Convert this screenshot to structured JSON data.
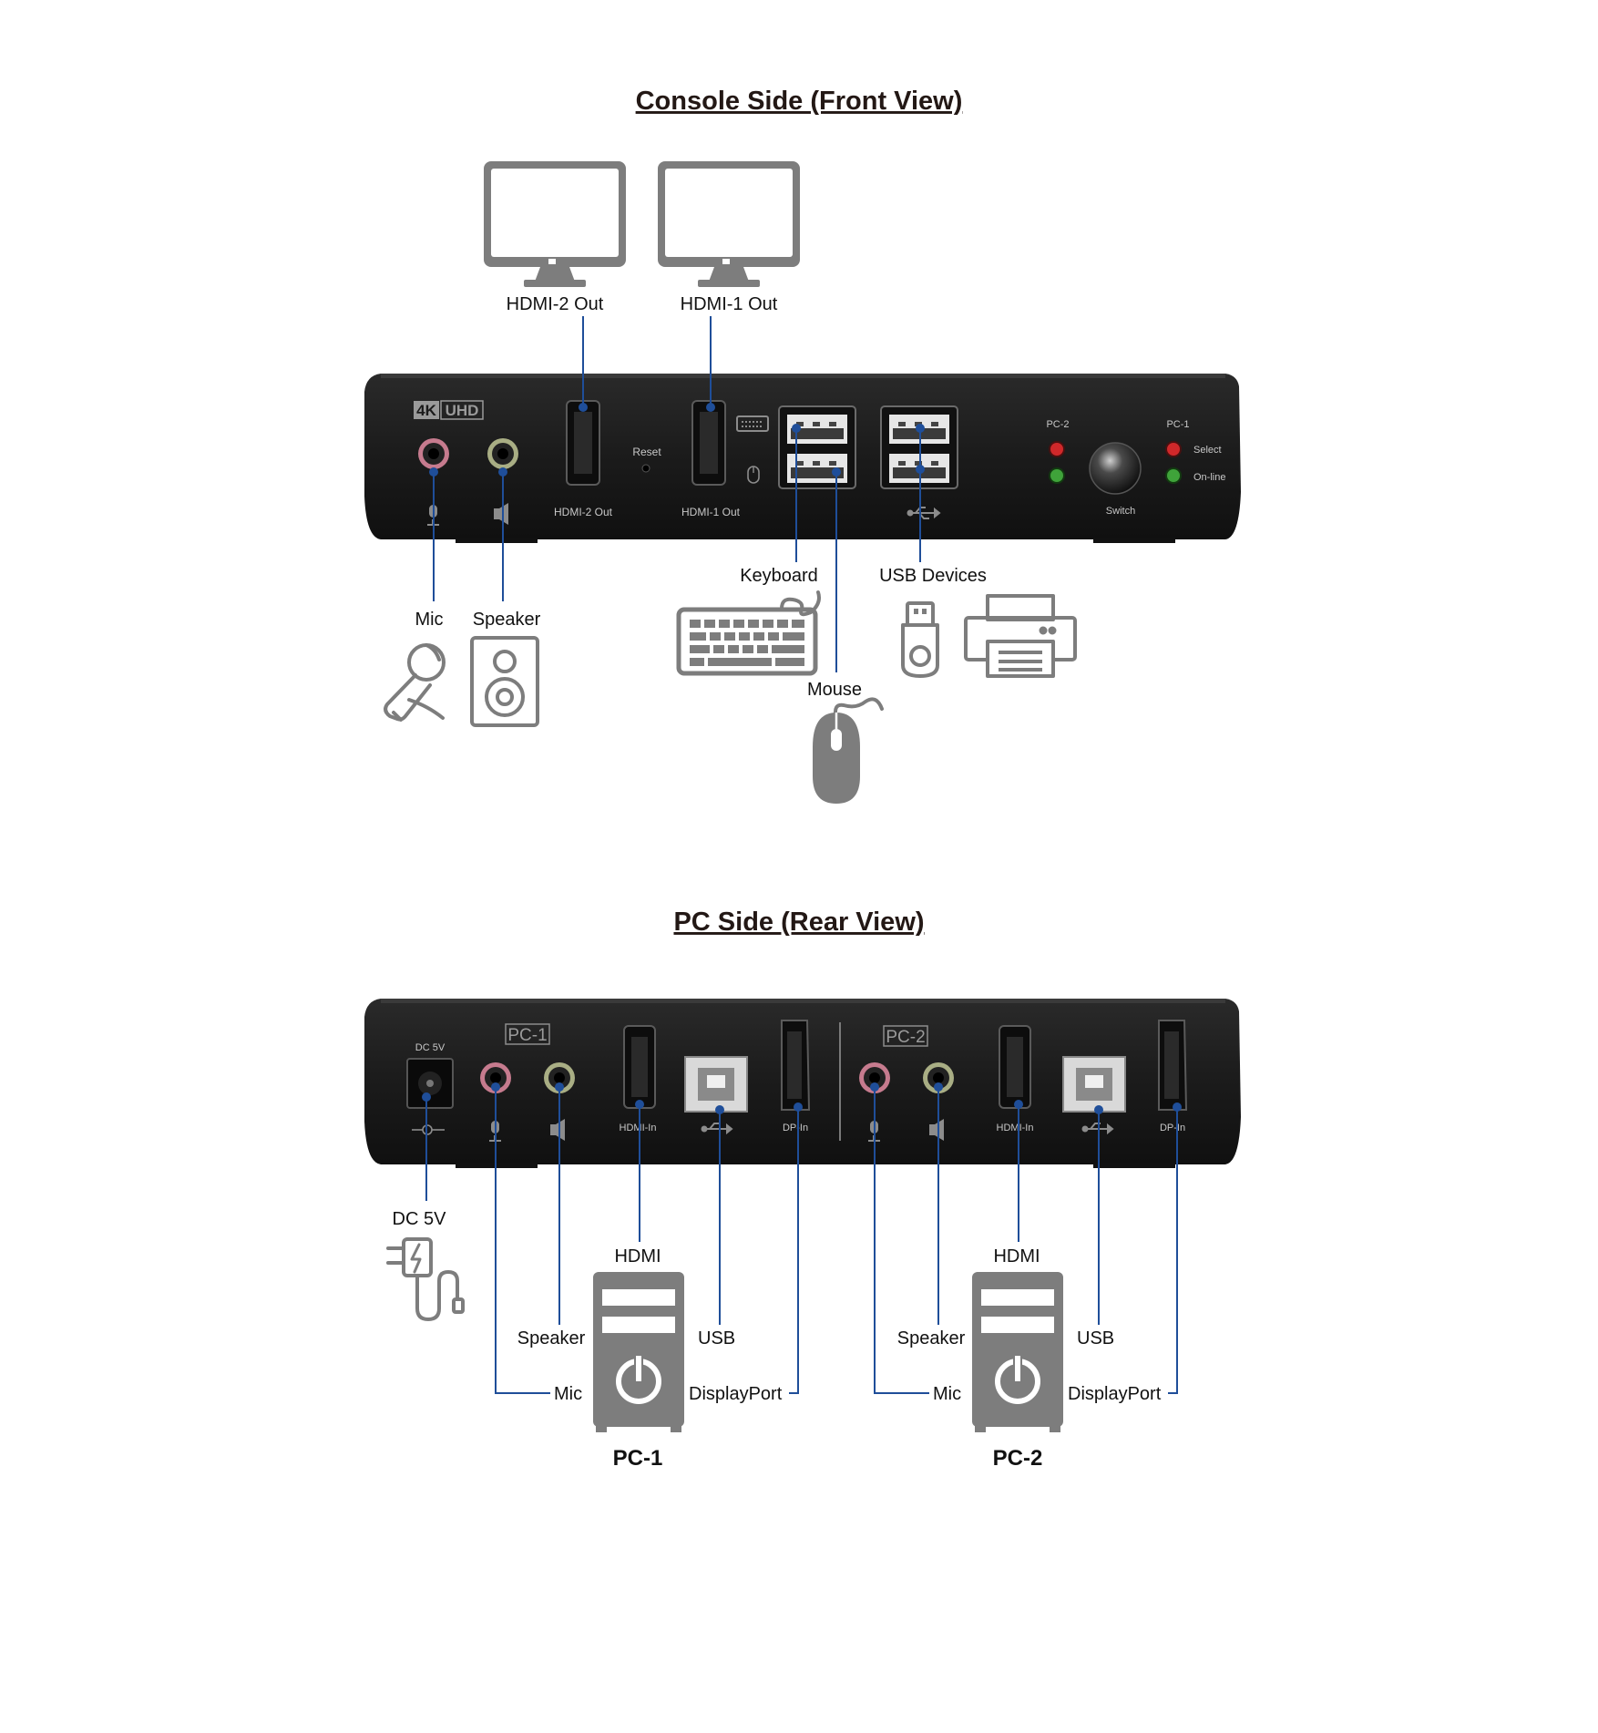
{
  "front": {
    "title": "Console Side (Front View)",
    "badge_4k": "4K",
    "badge_uhd": "UHD",
    "port_hdmi2": "HDMI-2 Out",
    "port_hdmi1": "HDMI-1 Out",
    "port_reset": "Reset",
    "port_switch": "Switch",
    "led_pc2": "PC-2",
    "led_pc1": "PC-1",
    "led_select": "Select",
    "led_online": "On-line",
    "callouts": {
      "hdmi2_out": "HDMI-2 Out",
      "hdmi1_out": "HDMI-1 Out",
      "mic": "Mic",
      "speaker": "Speaker",
      "keyboard": "Keyboard",
      "usb_devices": "USB Devices",
      "mouse": "Mouse"
    }
  },
  "rear": {
    "title": "PC Side (Rear View)",
    "port_dc": "DC 5V",
    "group1": "PC-1",
    "group2": "PC-2",
    "port_hdmi_in": "HDMI-In",
    "port_dp_in": "DP-In",
    "callouts": {
      "dc": "DC 5V",
      "hdmi": "HDMI",
      "speaker": "Speaker",
      "usb": "USB",
      "mic": "Mic",
      "displayport": "DisplayPort",
      "pc1": "PC-1",
      "pc2": "PC-2"
    }
  },
  "colors": {
    "connector_line": "#1f4e99",
    "icon_gray": "#7d7d7d",
    "device_body": "#1e1e1e",
    "led_red": "#d0282a",
    "led_green": "#3fa33a"
  }
}
